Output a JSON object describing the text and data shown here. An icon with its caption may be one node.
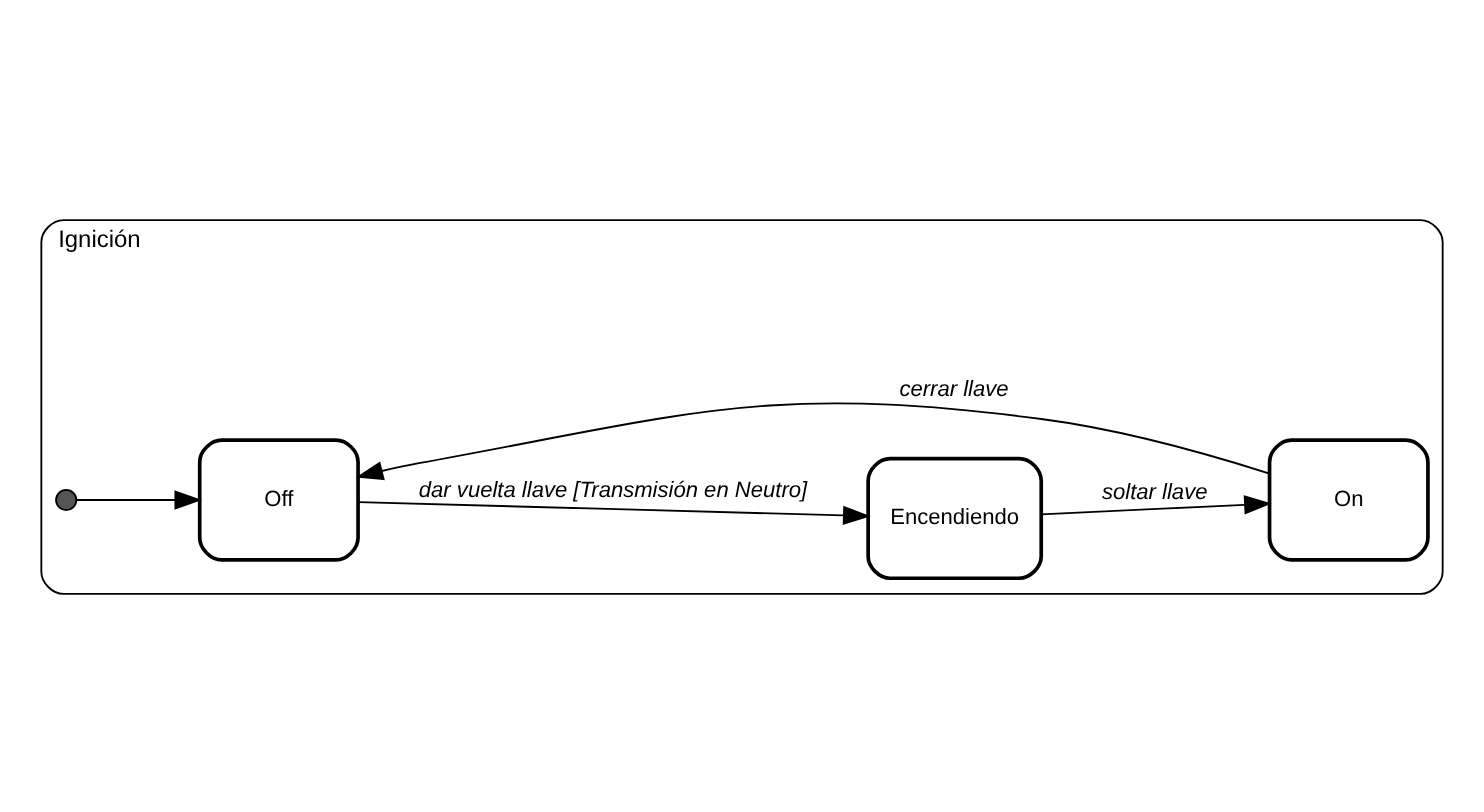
{
  "diagram": {
    "nodes": [
      {
        "text": [
          "Ignición"
        ]
      },
      {
        "text": [],
        "shape": "circle",
        "in": 0
      },
      {
        "text": [
          "Off"
        ],
        "in": 0
      },
      {
        "text": [
          "Encendiendo"
        ],
        "in": 0
      },
      {
        "text": [
          "On"
        ],
        "in": 0
      }
    ],
    "edges": [
      {
        "from": 1,
        "to": 2,
        "arrow": "to"
      },
      {
        "from": 2,
        "to": 3,
        "arrow": "to",
        "label": "dar vuelta llave [Transmisión en Neutro]"
      },
      {
        "from": 3,
        "to": 4,
        "arrow": "to",
        "label": "soltar llave"
      },
      {
        "from": 4,
        "to": 2,
        "arrow": "to",
        "label": "cerrar llave"
      }
    ]
  }
}
